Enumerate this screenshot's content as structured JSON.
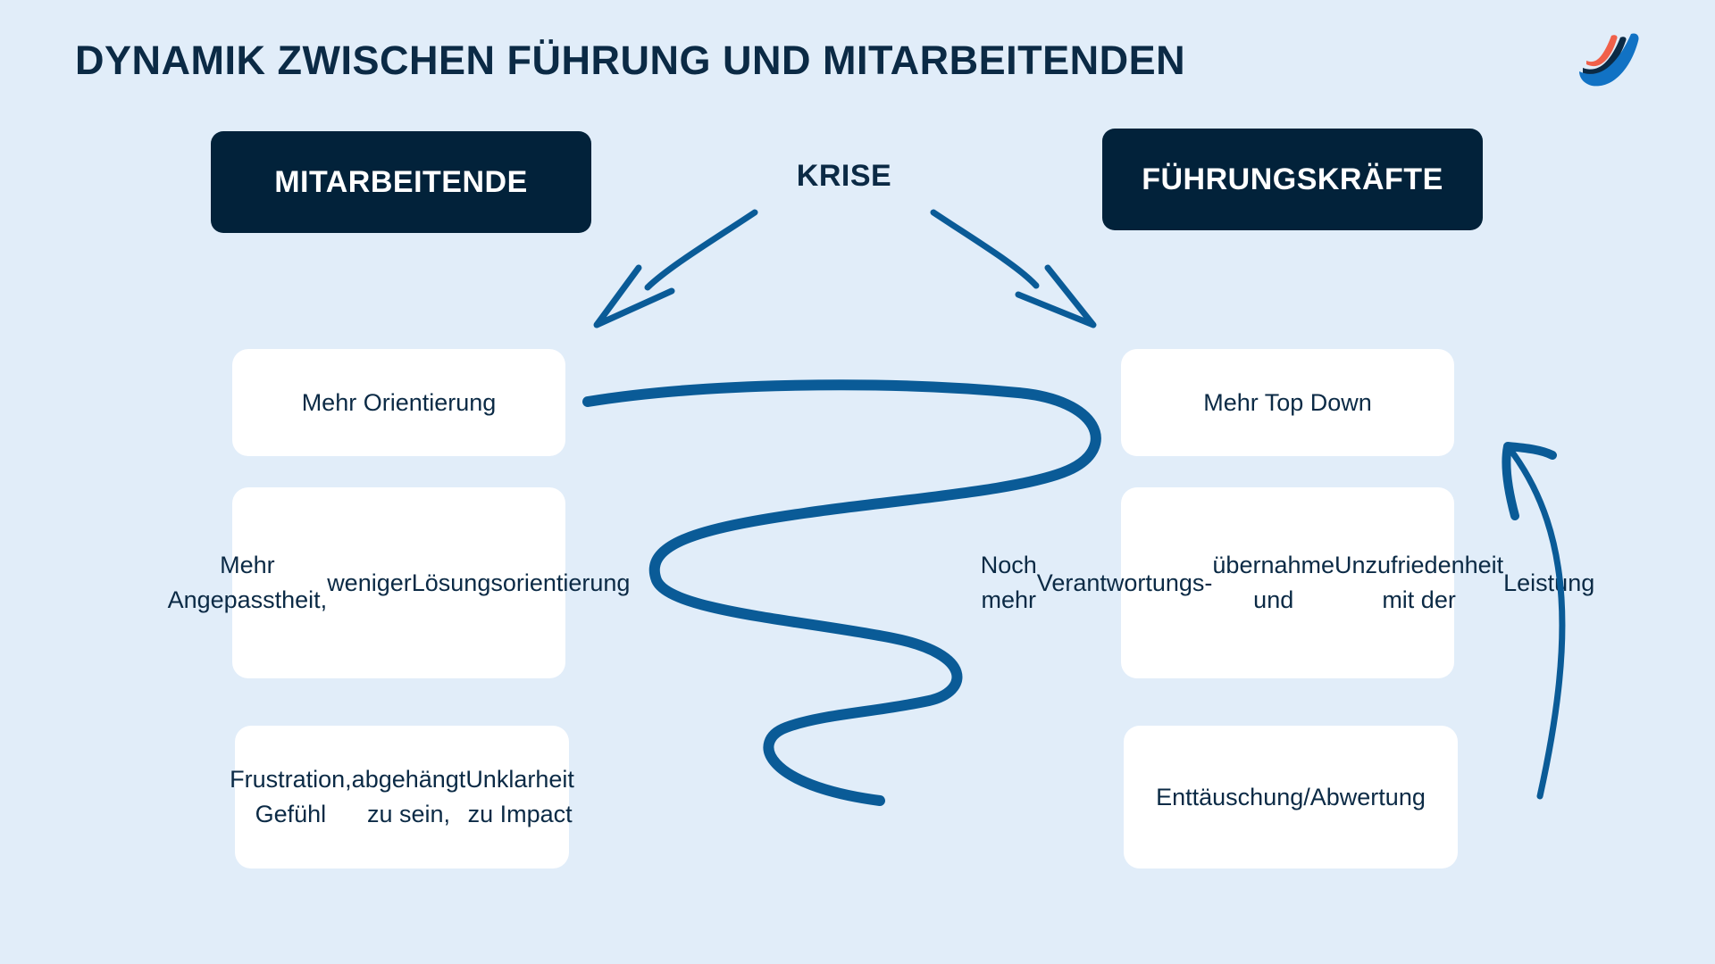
{
  "title": "DYNAMIK ZWISCHEN FÜHRUNG UND MITARBEITENDEN",
  "center_label": "KRISE",
  "left": {
    "header": "MITARBEITENDE",
    "cards": [
      {
        "lines": [
          "Mehr Orientierung"
        ]
      },
      {
        "lines": [
          "Mehr Angepasstheit,",
          "weniger",
          "Lösungsorientierung"
        ]
      },
      {
        "lines": [
          "Frustration, Gefühl",
          "abgehängt zu sein,",
          "Unklarheit zu Impact"
        ]
      }
    ]
  },
  "right": {
    "header": "FÜHRUNGSKRÄFTE",
    "cards": [
      {
        "lines": [
          "Mehr Top Down"
        ]
      },
      {
        "lines": [
          "Noch mehr",
          "Verantwortungs-",
          "übernahme und",
          "Unzufriedenheit mit der",
          "Leistung"
        ]
      },
      {
        "lines": [
          "Enttäuschung/",
          "Abwertung"
        ]
      }
    ]
  },
  "colors": {
    "background": "#e1edf9",
    "header_box": "#02223a",
    "text_dark": "#0b2a45",
    "card": "#ffffff",
    "arrow": "#0a5b97",
    "logo_red": "#f0604a",
    "logo_dark": "#0b2a45",
    "logo_blue": "#1172c4"
  },
  "icons": {
    "logo": "brand-wave-logo-icon"
  }
}
